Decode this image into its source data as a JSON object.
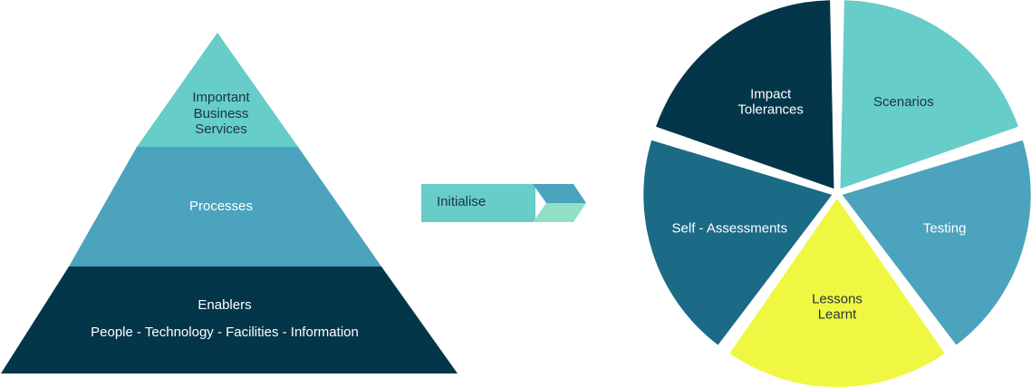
{
  "pyramid": {
    "top": {
      "lines": [
        "Important",
        "Business",
        "Services"
      ],
      "color": "#66cdc8"
    },
    "middle": {
      "label": "Processes",
      "color": "#4ba3bd"
    },
    "bottom": {
      "label": "Enablers",
      "sublabel": "People - Technology - Facilities - Information",
      "color": "#04364a"
    }
  },
  "arrow": {
    "label": "Initialise",
    "color_body": "#66cdc8",
    "color_chevron_top": "#4ba3bd",
    "color_chevron_bottom": "#90e0c8"
  },
  "cycle": {
    "segments": [
      {
        "lines": [
          "Scenarios"
        ],
        "color": "#66cdc8",
        "text": "dark"
      },
      {
        "lines": [
          "Testing"
        ],
        "color": "#4ba3bd",
        "text": "light"
      },
      {
        "lines": [
          "Lessons",
          "Learnt"
        ],
        "color": "#f0f742",
        "text": "dark"
      },
      {
        "lines": [
          "Self - Assessments"
        ],
        "color": "#1b6a86",
        "text": "light"
      },
      {
        "lines": [
          "Impact",
          "Tolerances"
        ],
        "color": "#04364a",
        "text": "light"
      }
    ]
  }
}
